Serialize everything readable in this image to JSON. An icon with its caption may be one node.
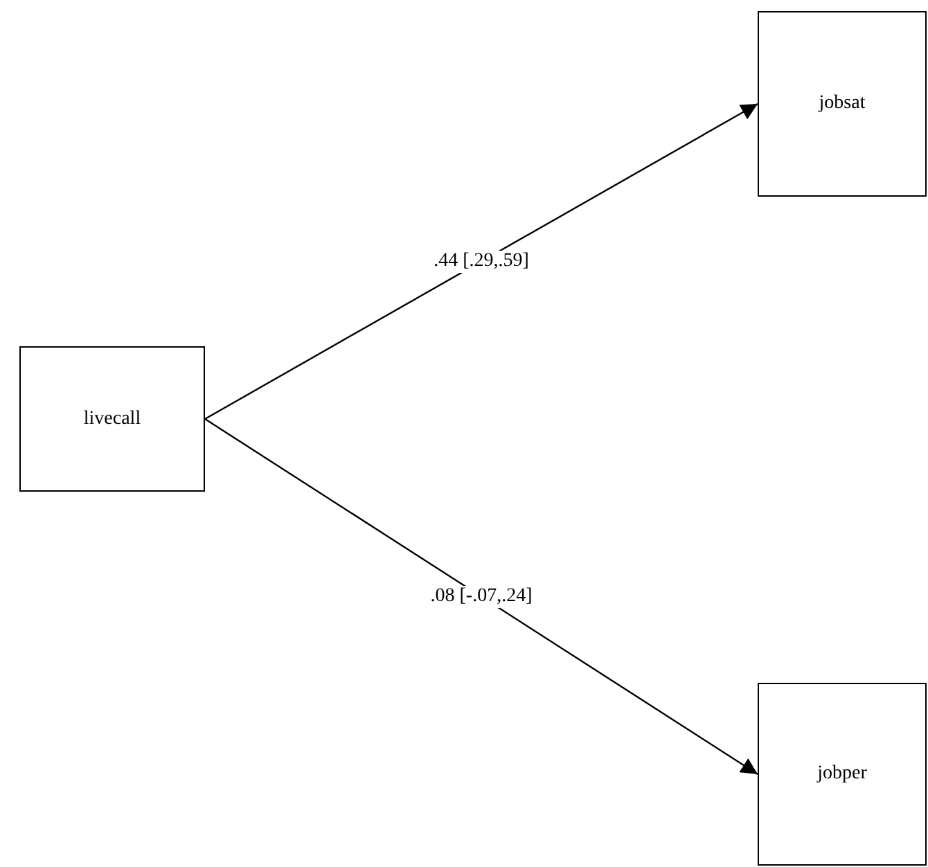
{
  "diagram": {
    "nodes": [
      {
        "text": [
          "livecall"
        ]
      },
      {
        "text": [
          "jobsat"
        ]
      },
      {
        "text": [
          "jobper"
        ]
      }
    ],
    "edges": [
      {
        "from": 0,
        "to": 1,
        "arrow": "to",
        "label": ".44 [.29,.59]"
      },
      {
        "from": 0,
        "to": 2,
        "arrow": "to",
        "label": ".08 [-.07,.24]"
      }
    ]
  }
}
